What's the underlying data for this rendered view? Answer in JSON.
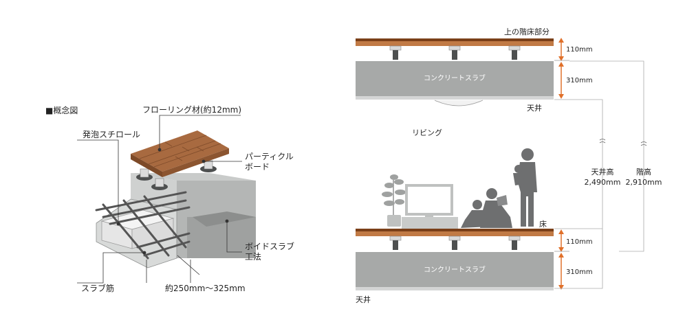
{
  "concept": {
    "heading": "■概念図",
    "flooring": "フローリング材(約12mm)",
    "styrofoam": "発泡スチロール",
    "particle_board_l1": "パーティクル",
    "particle_board_l2": "ボード",
    "void_slab_l1": "ボイドスラブ",
    "void_slab_l2": "工法",
    "slab_rebar": "スラブ筋",
    "thickness": "約250mm〜325mm"
  },
  "section": {
    "upper_floor": "上の階床部分",
    "slab_label": "コンクリートスラブ",
    "ceiling": "天井",
    "living": "リビング",
    "floor": "床",
    "dim_floor": "110mm",
    "dim_slab": "310mm",
    "ceiling_height_l1": "天井高",
    "ceiling_height_l2": "2,490mm",
    "floor_height_l1": "階高",
    "floor_height_l2": "2,910mm"
  },
  "colors": {
    "wood": "#a0603a",
    "wood_light": "#c98b5c",
    "concrete": "#a7a9a8",
    "concrete_dark": "#8d8f8e",
    "arrow": "#e0702a",
    "figure": "#6e6f70"
  }
}
